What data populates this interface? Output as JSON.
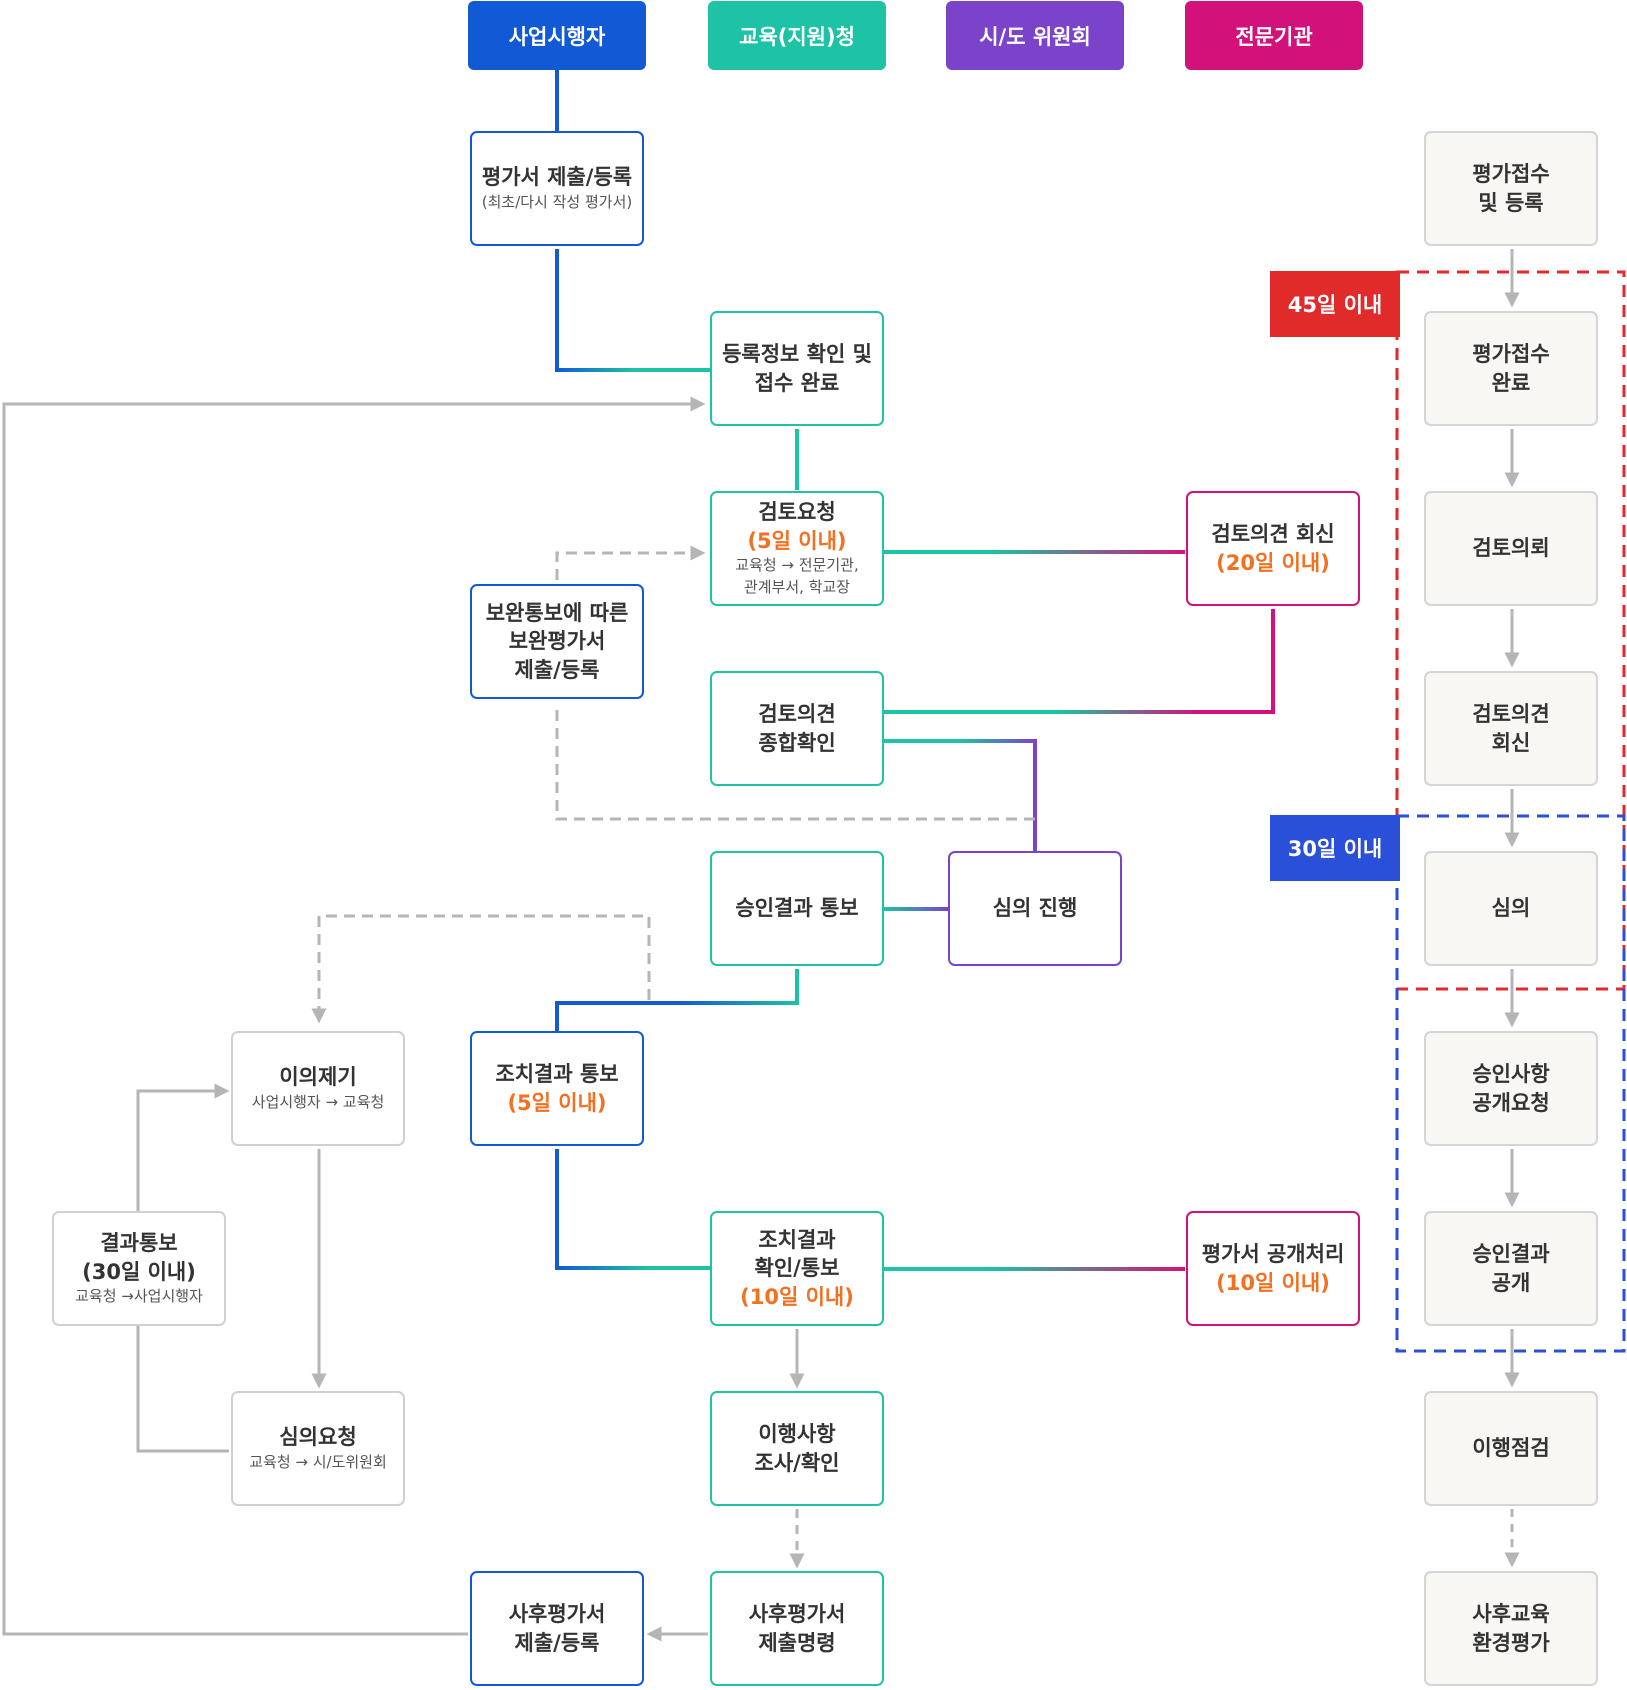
{
  "headers": {
    "applicant": "사업시행자",
    "education": "교육(지원)청",
    "committee": "시/도 위원회",
    "agency": "전문기관"
  },
  "colors": {
    "blue": "#1259d6",
    "teal": "#1ec2a4",
    "purple": "#7a43c9",
    "magenta": "#d2127a",
    "gray": "#b5b5b5",
    "orange": "#f37021",
    "red_tag": "#e12a2a",
    "blue_tag": "#2a4fd8"
  },
  "nodes": {
    "submit": {
      "title": "평가서 제출/등록",
      "sub": "(최초/다시 작성 평가서)"
    },
    "reg_check": {
      "title": "등록정보 확인 및\n접수 완료"
    },
    "review_req": {
      "title": "검토요청",
      "deadline": "(5일 이내)",
      "sub": "교육청 → 전문기관,\n관계부서, 학교장"
    },
    "supplement": {
      "title": "보완통보에 따른\n보완평가서\n제출/등록"
    },
    "opinion_sum": {
      "title": "검토의견\n종합확인"
    },
    "approval_notice": {
      "title": "승인결과 통보"
    },
    "deliberation": {
      "title": "심의 진행"
    },
    "review_reply": {
      "title": "검토의견 회신",
      "deadline": "(20일 이내)"
    },
    "objection": {
      "title": "이의제기",
      "sub": "사업시행자 → 교육청"
    },
    "action_notice": {
      "title": "조치결과 통보",
      "deadline": "(5일 이내)"
    },
    "result_notice": {
      "title": "결과통보\n(30일 이내)",
      "sub": "교육청 →사업시행자"
    },
    "action_confirm": {
      "title": "조치결과\n확인/통보",
      "deadline": "(10일 이내)"
    },
    "disclose": {
      "title": "평가서 공개처리",
      "deadline": "(10일 이내)"
    },
    "deliberation_req": {
      "title": "심의요청",
      "sub": "교육청 → 시/도위원회"
    },
    "compliance_check": {
      "title": "이행사항\n조사/확인"
    },
    "post_order": {
      "title": "사후평가서\n제출명령"
    },
    "post_submit": {
      "title": "사후평가서\n제출/등록"
    }
  },
  "right_steps": [
    "평가접수\n및 등록",
    "평가접수\n완료",
    "검토의뢰",
    "검토의견\n회신",
    "심의",
    "승인사항\n공개요청",
    "승인결과\n공개",
    "이행점검",
    "사후교육\n환경평가"
  ],
  "periods": {
    "p45": "45일 이내",
    "p30": "30일 이내"
  }
}
